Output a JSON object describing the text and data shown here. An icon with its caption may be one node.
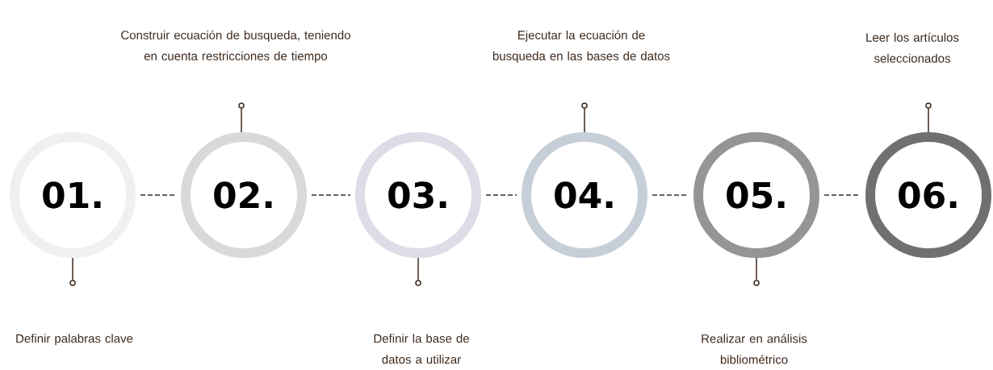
{
  "diagram": {
    "nodes": [
      {
        "text": [
          "01."
        ]
      },
      {
        "text": [
          "02."
        ]
      },
      {
        "text": [
          "03."
        ]
      },
      {
        "text": [
          "04."
        ]
      },
      {
        "text": [
          "05."
        ]
      },
      {
        "text": [
          "06."
        ]
      },
      {
        "text": [
          "Definir palabras clave"
        ]
      },
      {
        "text": [
          "Construir ecuación de busqueda, teniendo en cuenta restricciones de tiempo"
        ]
      },
      {
        "text": [
          "Definir la base de datos a utilizar"
        ]
      },
      {
        "text": [
          "Ejecutar la ecuación de busqueda en las bases de datos"
        ]
      },
      {
        "text": [
          "Realizar en análisis bibliométrico"
        ]
      },
      {
        "text": [
          "Leer los artículos seleccionados"
        ]
      },
      {
        "text": [],
        "shape": "circle"
      },
      {
        "text": [],
        "shape": "circle"
      },
      {
        "text": [],
        "shape": "circle"
      },
      {
        "text": [],
        "shape": "circle"
      },
      {
        "text": [],
        "shape": "circle"
      },
      {
        "text": [],
        "shape": "circle"
      }
    ],
    "edges": [
      {
        "from": 0,
        "to": 1,
        "arrow": "none",
        "style": "dashed"
      },
      {
        "from": 1,
        "to": 2,
        "arrow": "none",
        "style": "dashed"
      },
      {
        "from": 2,
        "to": 3,
        "arrow": "none",
        "style": "dashed"
      },
      {
        "from": 3,
        "to": 4,
        "arrow": "none",
        "style": "dashed"
      },
      {
        "from": 4,
        "to": 5,
        "arrow": "none",
        "style": "dashed"
      },
      {
        "from": 12,
        "to": 0,
        "arrow": "none"
      },
      {
        "from": 13,
        "to": 1,
        "arrow": "none"
      },
      {
        "from": 14,
        "to": 2,
        "arrow": "none"
      },
      {
        "from": 15,
        "to": 3,
        "arrow": "none"
      },
      {
        "from": 16,
        "to": 4,
        "arrow": "none"
      },
      {
        "from": 17,
        "to": 5,
        "arrow": "none"
      }
    ]
  }
}
